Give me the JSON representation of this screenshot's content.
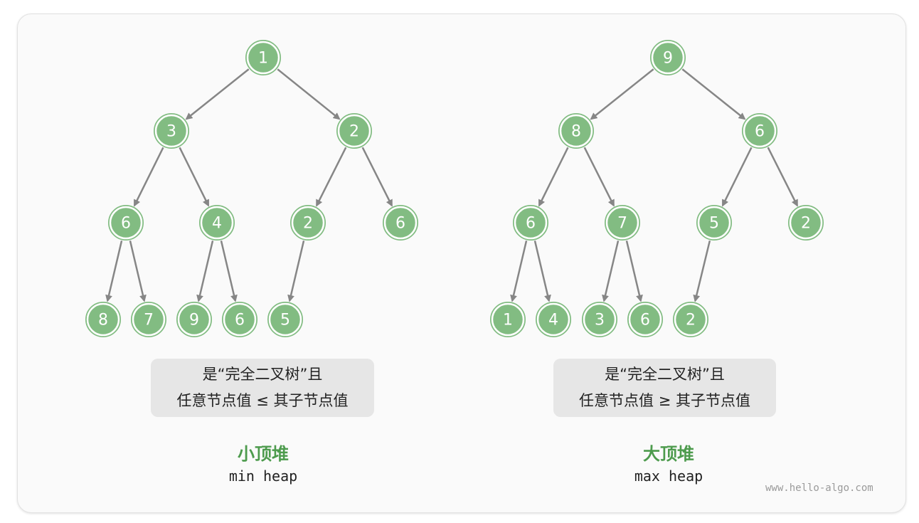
{
  "min_heap": {
    "nodes": [
      "1",
      "3",
      "2",
      "6",
      "4",
      "2",
      "6",
      "8",
      "7",
      "9",
      "6",
      "5"
    ],
    "desc_line1": "是“完全二叉树”且",
    "desc_line2": "任意节点值 ≤ 其子节点值",
    "title": "小顶堆",
    "subtitle": "min heap"
  },
  "max_heap": {
    "nodes": [
      "9",
      "8",
      "6",
      "6",
      "7",
      "5",
      "2",
      "1",
      "4",
      "3",
      "6",
      "2"
    ],
    "desc_line1": "是“完全二叉树”且",
    "desc_line2": "任意节点值 ≥ 其子节点值",
    "title": "大顶堆",
    "subtitle": "max heap"
  },
  "watermark": "www.hello-algo.com",
  "colors": {
    "node_fill": "#82bc82",
    "edge": "#868686",
    "title": "#4d9b4d",
    "desc_box": "#e6e6e6"
  }
}
